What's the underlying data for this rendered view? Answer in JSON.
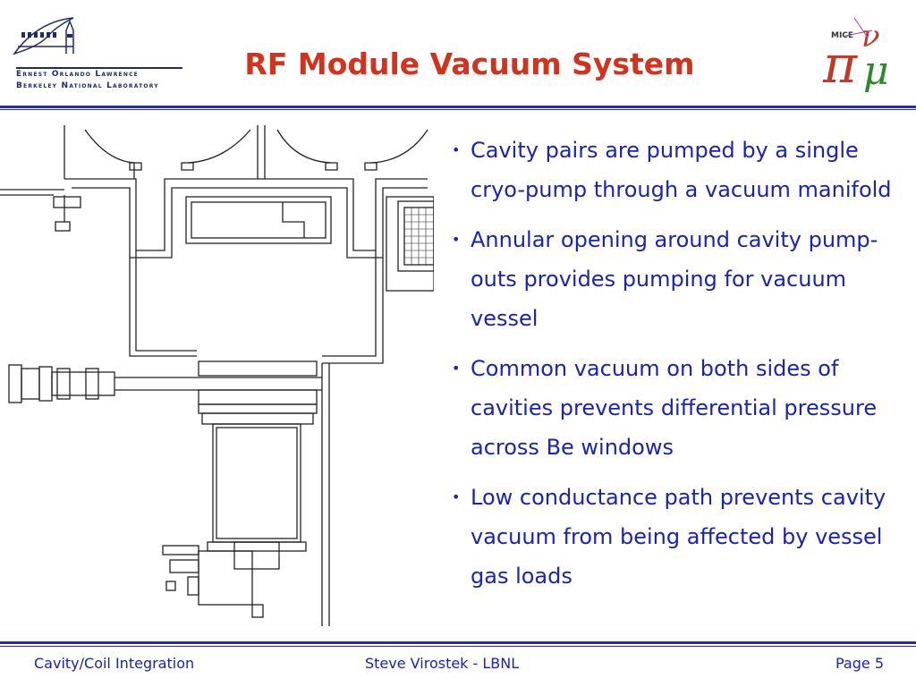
{
  "header": {
    "lab_name_line1": "Ernest Orlando Lawrence",
    "lab_name_line2": "Berkeley National Laboratory",
    "title": "RF Module Vacuum System",
    "mice_logo_text": "MICE"
  },
  "bullets": [
    "Cavity pairs are pumped by a single cryo-pump through a vacuum manifold",
    "Annular opening around cavity pump-outs provides pumping for vacuum vessel",
    "Common vacuum on both sides of cavities prevents differential pressure across Be windows",
    "Low conductance path prevents cavity vacuum from being affected by vessel gas loads"
  ],
  "footer": {
    "left": "Cavity/Coil Integration",
    "center": "Steve Virostek - LBNL",
    "right": "Page 5"
  },
  "colors": {
    "title": "#d0341f",
    "body_text": "#1a23b3",
    "rules": "#2a2f9a"
  }
}
